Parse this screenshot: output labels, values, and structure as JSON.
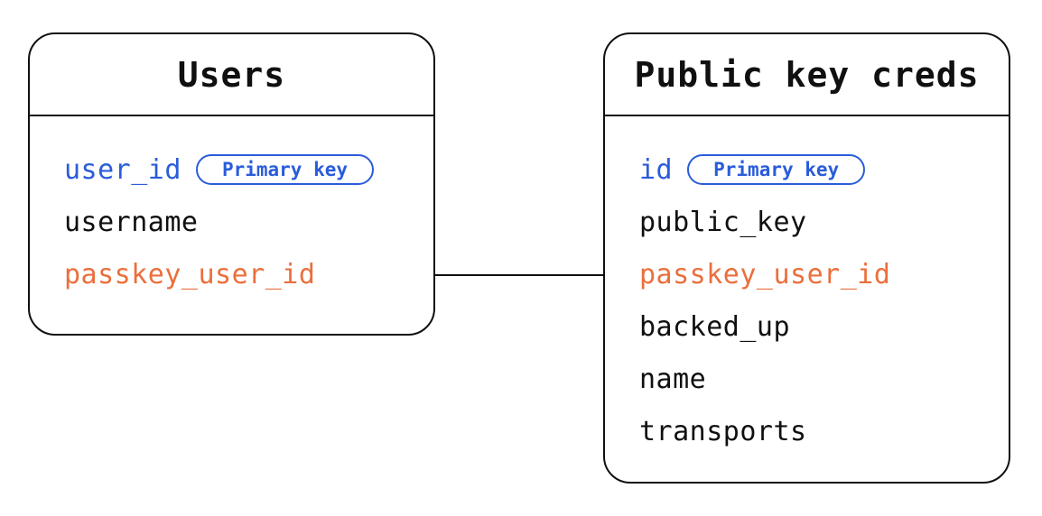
{
  "diagram": {
    "colors": {
      "ink": "#101010",
      "primary_key": "#2A5CDB",
      "foreign_key": "#EB6F3C",
      "background": "#FFFFFF"
    },
    "tables": [
      {
        "title": "Users",
        "fields": [
          {
            "name": "user_id",
            "role": "primary",
            "badge": "Primary key"
          },
          {
            "name": "username",
            "role": "normal"
          },
          {
            "name": "passkey_user_id",
            "role": "foreign"
          }
        ]
      },
      {
        "title": "Public key creds",
        "fields": [
          {
            "name": "id",
            "role": "primary",
            "badge": "Primary key"
          },
          {
            "name": "public_key",
            "role": "normal"
          },
          {
            "name": "passkey_user_id",
            "role": "foreign"
          },
          {
            "name": "backed_up",
            "role": "normal"
          },
          {
            "name": "name",
            "role": "normal"
          },
          {
            "name": "transports",
            "role": "normal"
          }
        ]
      }
    ],
    "relationship": {
      "from_table": "Users",
      "from_field": "passkey_user_id",
      "to_table": "Public key creds",
      "to_field": "passkey_user_id"
    }
  }
}
